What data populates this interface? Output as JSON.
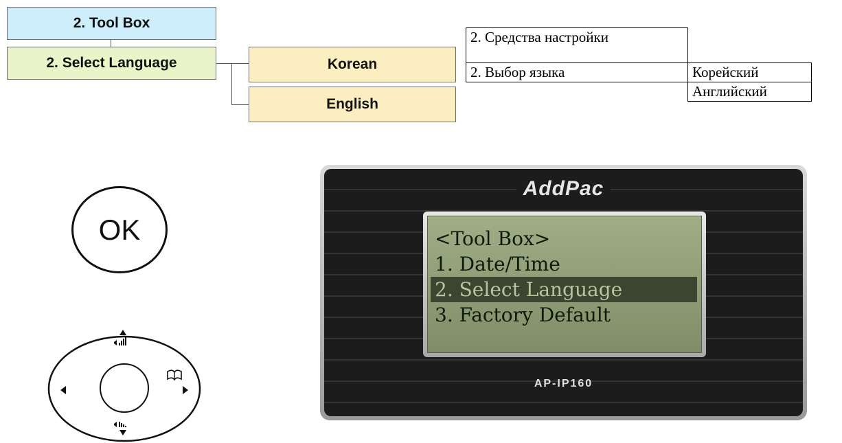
{
  "menu_tree": {
    "tool_box": "2. Tool Box",
    "select_language": "2. Select Language",
    "options": [
      "Korean",
      "English"
    ]
  },
  "ru_table": {
    "row1": "2. Средства настройки",
    "row2": "2. Выбор языка",
    "korean": "Корейский",
    "english": "Английский"
  },
  "ok_button": {
    "label": "OK"
  },
  "nav_pad": {
    "icons": [
      "volume-up-icon",
      "volume-down-icon",
      "phonebook-icon",
      "left-arrow-icon",
      "right-arrow-icon"
    ]
  },
  "device": {
    "brand": "AddPac",
    "model": "AP-IP160",
    "lcd_lines": [
      "<Tool Box>",
      "1. Date/Time",
      "2. Select Language",
      "3. Factory Default"
    ],
    "selected_index": 2
  }
}
